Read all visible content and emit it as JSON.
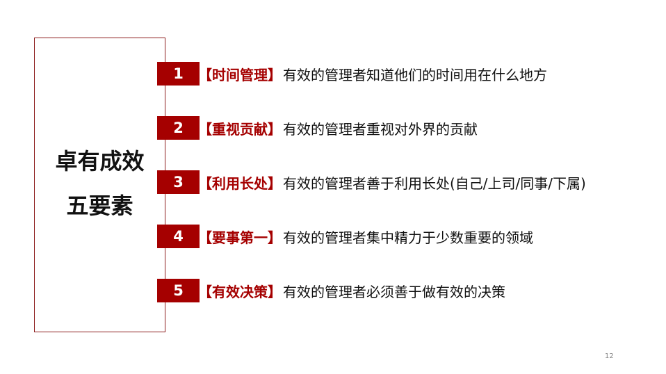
{
  "slide": {
    "title_line1": "卓有成效",
    "title_line2": "五要素",
    "accent_color": "#a50000",
    "page_number": "12"
  },
  "items": [
    {
      "number": "1",
      "keyword": "【时间管理】",
      "description": "有效的管理者知道他们的时间用在什么地方"
    },
    {
      "number": "2",
      "keyword": "【重视贡献】",
      "description": "有效的管理者重视对外界的贡献"
    },
    {
      "number": "3",
      "keyword": "【利用长处】",
      "description": "有效的管理者善于利用长处(自己/上司/同事/下属)"
    },
    {
      "number": "4",
      "keyword": "【要事第一】",
      "description": "有效的管理者集中精力于少数重要的领域"
    },
    {
      "number": "5",
      "keyword": "【有效决策】",
      "description": "有效的管理者必须善于做有效的决策"
    }
  ]
}
